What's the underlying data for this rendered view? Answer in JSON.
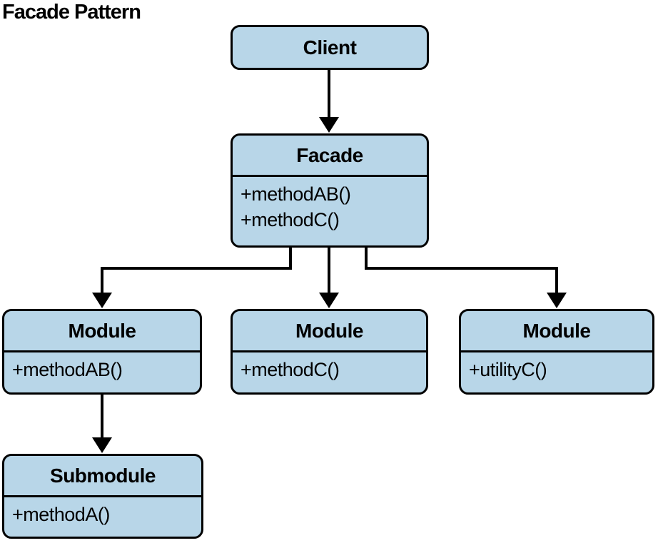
{
  "title": "Facade Pattern",
  "colors": {
    "background": "#ffffff",
    "box_fill": "#b8d6e8",
    "box_border": "#000000",
    "line": "#000000",
    "text": "#000000"
  },
  "nodes": {
    "client": {
      "label": "Client",
      "methods": []
    },
    "facade": {
      "label": "Facade",
      "methods": [
        "+methodAB()",
        "+methodC()"
      ]
    },
    "module_left": {
      "label": "Module",
      "methods": [
        "+methodAB()"
      ]
    },
    "module_center": {
      "label": "Module",
      "methods": [
        "+methodC()"
      ]
    },
    "module_right": {
      "label": "Module",
      "methods": [
        "+utilityC()"
      ]
    },
    "submodule": {
      "label": "Submodule",
      "methods": [
        "+methodA()"
      ]
    }
  },
  "edges": [
    {
      "from": "client",
      "to": "facade"
    },
    {
      "from": "facade",
      "to": "module_left"
    },
    {
      "from": "facade",
      "to": "module_center"
    },
    {
      "from": "facade",
      "to": "module_right"
    },
    {
      "from": "module_left",
      "to": "submodule"
    }
  ]
}
